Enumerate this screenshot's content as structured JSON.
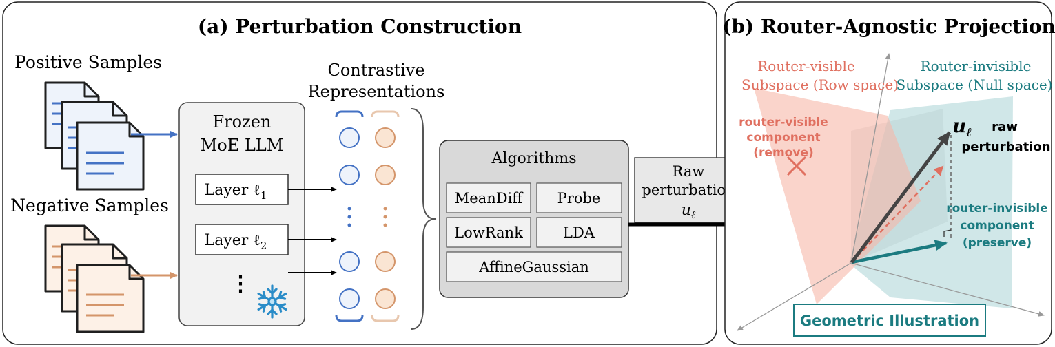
{
  "panel_a": {
    "title": "(a) Perturbation Construction",
    "positive_label": "Positive Samples",
    "negative_label": "Negative Samples",
    "model_line1": "Frozen",
    "model_line2": "MoE LLM",
    "layer1_text": "Layer ℓ",
    "layer1_sub": "1",
    "layer2_text": "Layer ℓ",
    "layer2_sub": "2",
    "layer_dots": "⋮",
    "contrastive_line1": "Contrastive",
    "contrastive_line2": "Representations",
    "algorithms_title": "Algorithms",
    "algorithms": [
      "MeanDiff",
      "Probe",
      "LowRank",
      "LDA",
      "AffineGaussian"
    ],
    "raw_line1": "Raw",
    "raw_line2": "perturbation",
    "raw_symbol": "u",
    "raw_symbol_sub": "ℓ"
  },
  "panel_b": {
    "title": "(b) Router-Agnostic Projection",
    "visible_line1": "Router-visible",
    "visible_line2": "Subspace (Row space)",
    "invisible_line1": "Router-invisible",
    "invisible_line2": "Subspace (Null space)",
    "visible_comp_line1": "router-visible",
    "visible_comp_line2": "component",
    "visible_comp_line3": "(remove)",
    "invisible_comp_line1": "router-invisible",
    "invisible_comp_line2": "component",
    "invisible_comp_line3": "(preserve)",
    "vector_symbol": "u",
    "vector_sub": "ℓ",
    "raw_line1": "raw",
    "raw_line2": "perturbation",
    "caption": "Geometric Illustration"
  },
  "colors": {
    "blue": "#4472C4",
    "orange": "#D4956A",
    "red": "#E07060",
    "teal": "#1B7B80",
    "dark_arrow": "#444444"
  }
}
